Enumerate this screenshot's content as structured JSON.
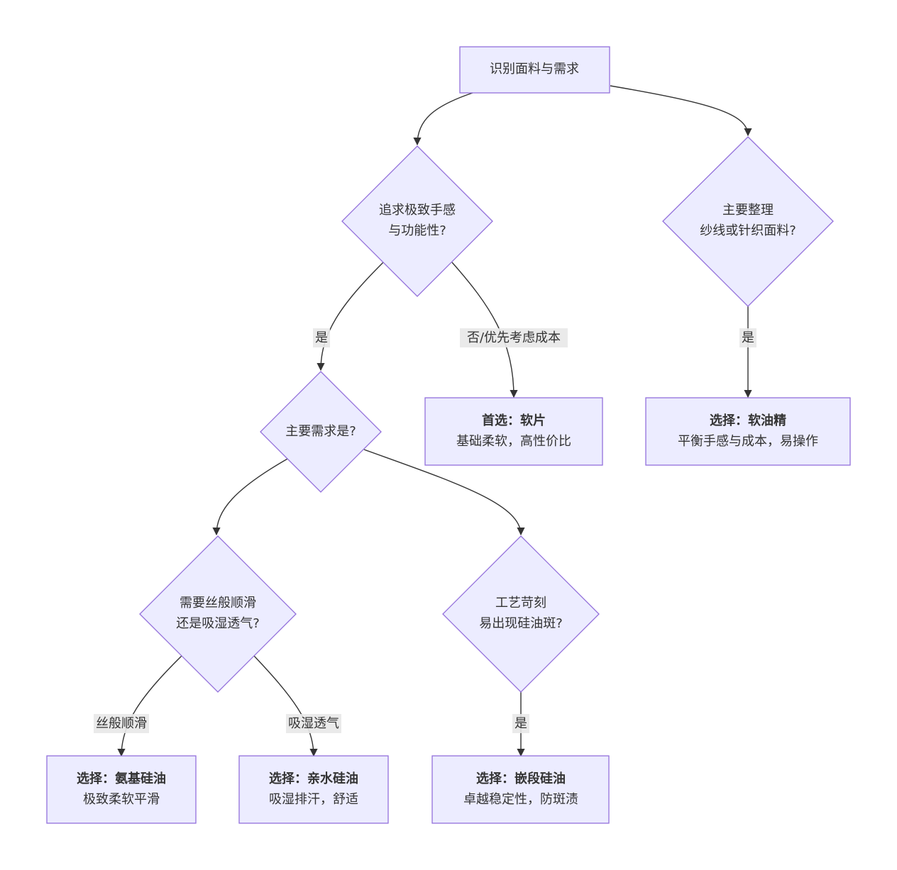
{
  "diagram": {
    "nodes": {
      "start": {
        "line1": "识别面料与需求"
      },
      "q_feel": {
        "line1": "追求极致手感",
        "line2": "与功能性?"
      },
      "q_yarn": {
        "line1": "主要整理",
        "line2": "纱线或针织面料?"
      },
      "q_need": {
        "line1": "主要需求是?"
      },
      "r_flake": {
        "title": "首选：软片",
        "desc": "基础柔软，高性价比"
      },
      "r_softener": {
        "title": "选择：软油精",
        "desc": "平衡手感与成本，易操作"
      },
      "q_smooth": {
        "line1": "需要丝般顺滑",
        "line2": "还是吸湿透气?"
      },
      "q_process": {
        "line1": "工艺苛刻",
        "line2": "易出现硅油斑?"
      },
      "r_amino": {
        "title": "选择：氨基硅油",
        "desc": "极致柔软平滑"
      },
      "r_hydro": {
        "title": "选择：亲水硅油",
        "desc": "吸湿排汗，舒适"
      },
      "r_block": {
        "title": "选择：嵌段硅油",
        "desc": "卓越稳定性，防斑渍"
      }
    },
    "edge_labels": {
      "feel_yes": "是",
      "feel_no": "否/优先考虑成本",
      "yarn_yes": "是",
      "smooth": "丝般顺滑",
      "breathable": "吸湿透气",
      "process_yes": "是"
    },
    "colors": {
      "node_fill": "#ececff",
      "node_stroke": "#9370db",
      "edge": "#333333",
      "label_bg": "#e8e8e8"
    }
  }
}
